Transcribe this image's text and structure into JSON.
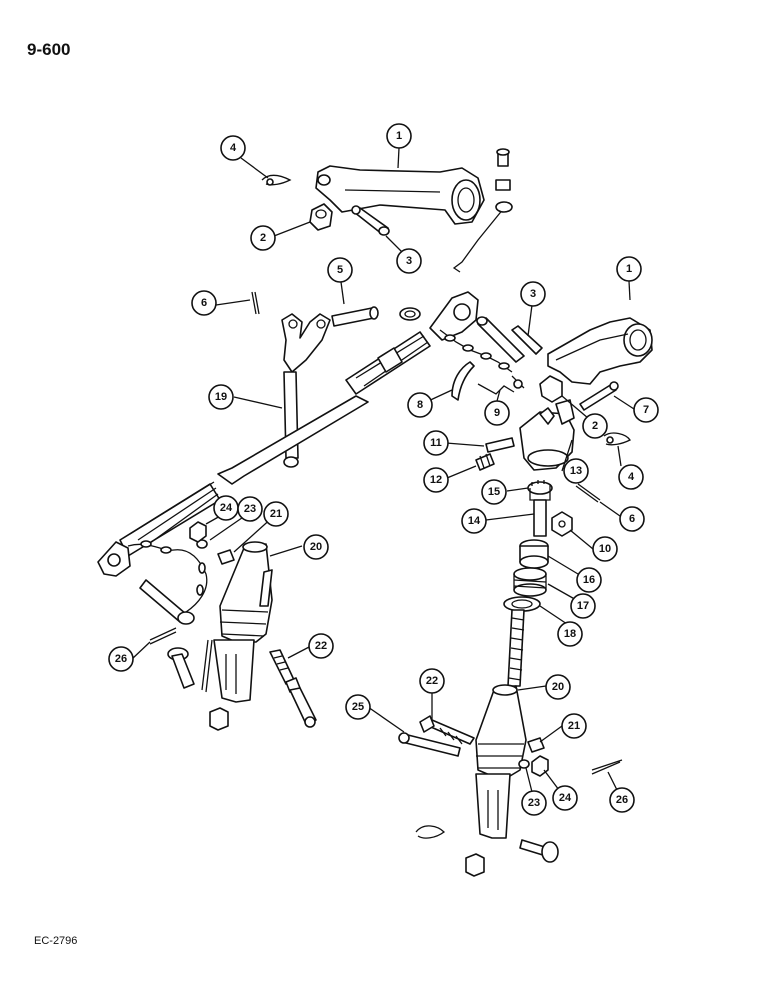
{
  "page_number": "9-600",
  "drawing_code": "EC-2796",
  "callouts": [
    {
      "id": "c1a",
      "label": "1"
    },
    {
      "id": "c2a",
      "label": "2"
    },
    {
      "id": "c3a",
      "label": "3"
    },
    {
      "id": "c4a",
      "label": "4"
    },
    {
      "id": "c5",
      "label": "5"
    },
    {
      "id": "c6a",
      "label": "6"
    },
    {
      "id": "c1b",
      "label": "1"
    },
    {
      "id": "c3b",
      "label": "3"
    },
    {
      "id": "c19",
      "label": "19"
    },
    {
      "id": "c8",
      "label": "8"
    },
    {
      "id": "c9",
      "label": "9"
    },
    {
      "id": "c2b",
      "label": "2"
    },
    {
      "id": "c7",
      "label": "7"
    },
    {
      "id": "c11",
      "label": "11"
    },
    {
      "id": "c12",
      "label": "12"
    },
    {
      "id": "c13",
      "label": "13"
    },
    {
      "id": "c4b",
      "label": "4"
    },
    {
      "id": "c15",
      "label": "15"
    },
    {
      "id": "c6b",
      "label": "6"
    },
    {
      "id": "c14",
      "label": "14"
    },
    {
      "id": "c10",
      "label": "10"
    },
    {
      "id": "c24a",
      "label": "24"
    },
    {
      "id": "c23a",
      "label": "23"
    },
    {
      "id": "c21a",
      "label": "21"
    },
    {
      "id": "c20a",
      "label": "20"
    },
    {
      "id": "c16",
      "label": "16"
    },
    {
      "id": "c17",
      "label": "17"
    },
    {
      "id": "c18",
      "label": "18"
    },
    {
      "id": "c22a",
      "label": "22"
    },
    {
      "id": "c26a",
      "label": "26"
    },
    {
      "id": "c22b",
      "label": "22"
    },
    {
      "id": "c20b",
      "label": "20"
    },
    {
      "id": "c25",
      "label": "25"
    },
    {
      "id": "c21b",
      "label": "21"
    },
    {
      "id": "c23b",
      "label": "23"
    },
    {
      "id": "c24b",
      "label": "24"
    },
    {
      "id": "c26b",
      "label": "26"
    }
  ]
}
